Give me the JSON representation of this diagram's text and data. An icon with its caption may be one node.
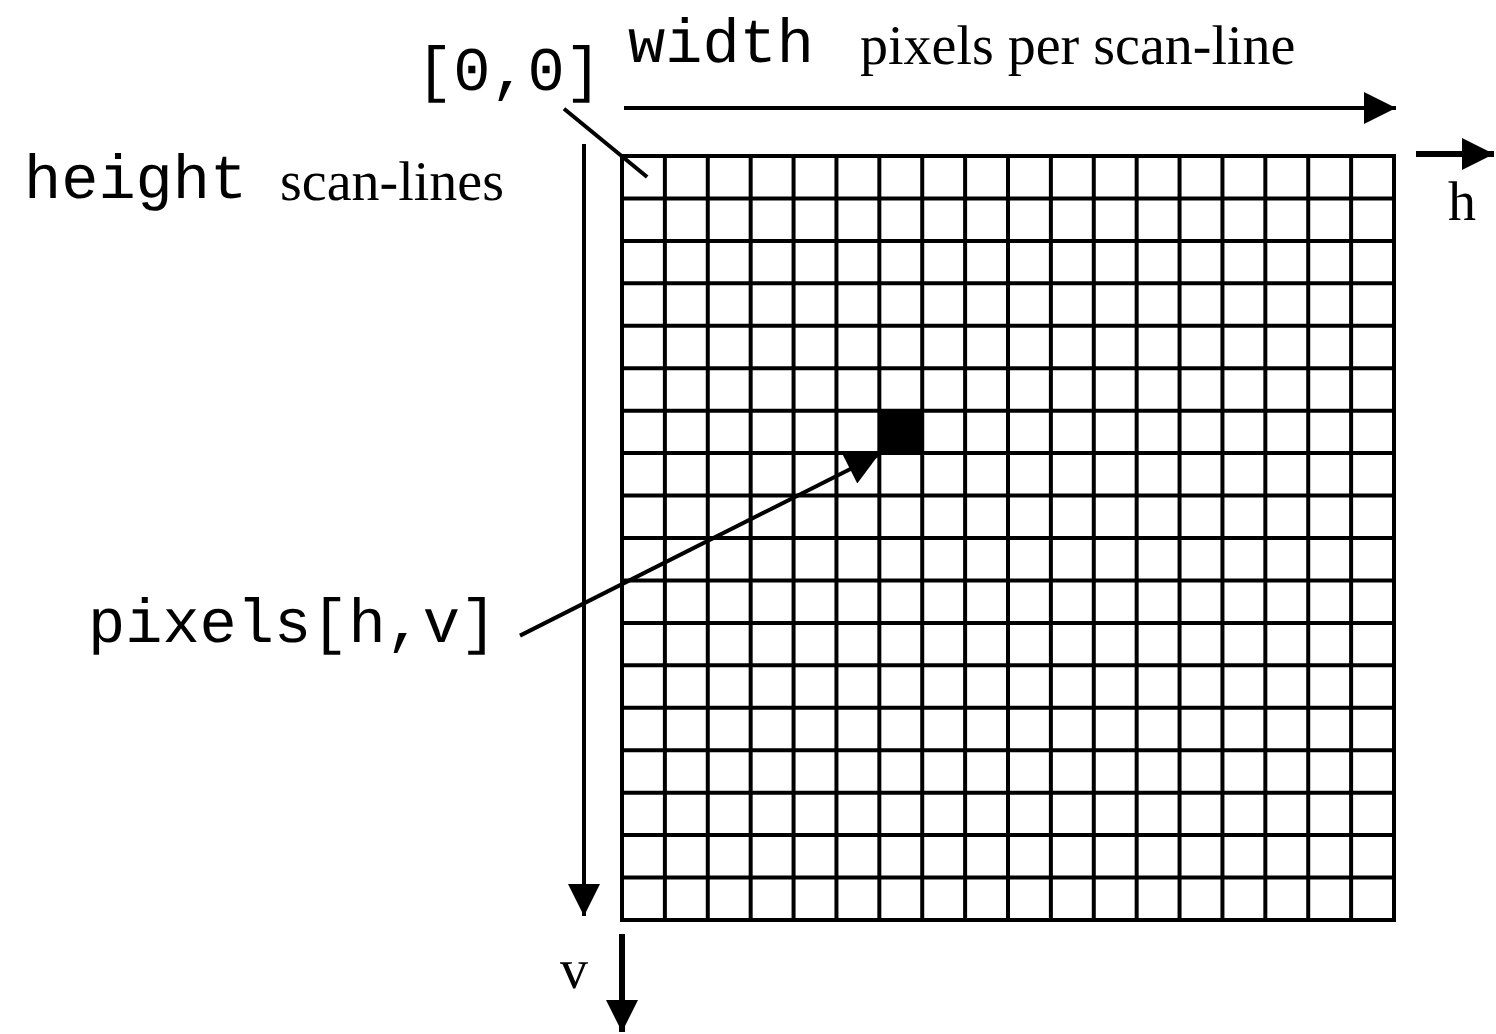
{
  "diagram": {
    "nodes": [
      {
        "text": [
          "[0,0]"
        ]
      },
      {
        "text": [],
        "shape": "box"
      },
      {
        "text": [],
        "shape": "box",
        "in": 1
      },
      {
        "text": [
          "pixels[h,v]"
        ]
      }
    ],
    "edges": [
      {
        "from": 0,
        "to": 1,
        "arrow": "none"
      },
      {
        "from": 3,
        "to": 2,
        "arrow": "to"
      }
    ],
    "labels": [
      "width",
      "pixels per scan-line",
      "height",
      "scan-lines",
      "h",
      "v"
    ]
  }
}
